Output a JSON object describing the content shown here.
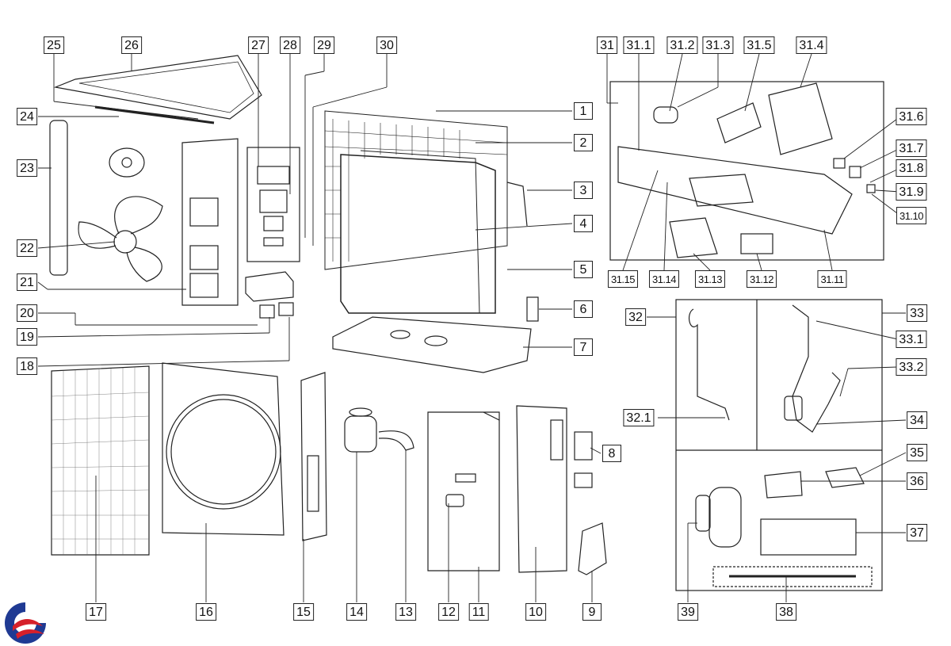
{
  "title": "Outdoor unit exploded parts diagram",
  "labels": {
    "p1": "1",
    "p2": "2",
    "p3": "3",
    "p4": "4",
    "p5": "5",
    "p6": "6",
    "p7": "7",
    "p8": "8",
    "p9": "9",
    "p10": "10",
    "p11": "11",
    "p12": "12",
    "p13": "13",
    "p14": "14",
    "p15": "15",
    "p16": "16",
    "p17": "17",
    "p18": "18",
    "p19": "19",
    "p20": "20",
    "p21": "21",
    "p22": "22",
    "p23": "23",
    "p24": "24",
    "p25": "25",
    "p26": "26",
    "p27": "27",
    "p28": "28",
    "p29": "29",
    "p30": "30",
    "p31": "31",
    "p31_1": "31.1",
    "p31_2": "31.2",
    "p31_3": "31.3",
    "p31_4": "31.4",
    "p31_5": "31.5",
    "p31_6": "31.6",
    "p31_7": "31.7",
    "p31_8": "31.8",
    "p31_9": "31.9",
    "p31_10": "31.10",
    "p31_11": "31.11",
    "p31_12": "31.12",
    "p31_13": "31.13",
    "p31_14": "31.14",
    "p31_15": "31.15",
    "p32": "32",
    "p32_1": "32.1",
    "p33": "33",
    "p33_1": "33.1",
    "p33_2": "33.2",
    "p34": "34",
    "p35": "35",
    "p36": "36",
    "p37": "37",
    "p38": "38",
    "p39": "39"
  },
  "colors": {
    "line": "#222222",
    "logo_blue": "#1f3a93",
    "logo_red": "#d6202a"
  }
}
